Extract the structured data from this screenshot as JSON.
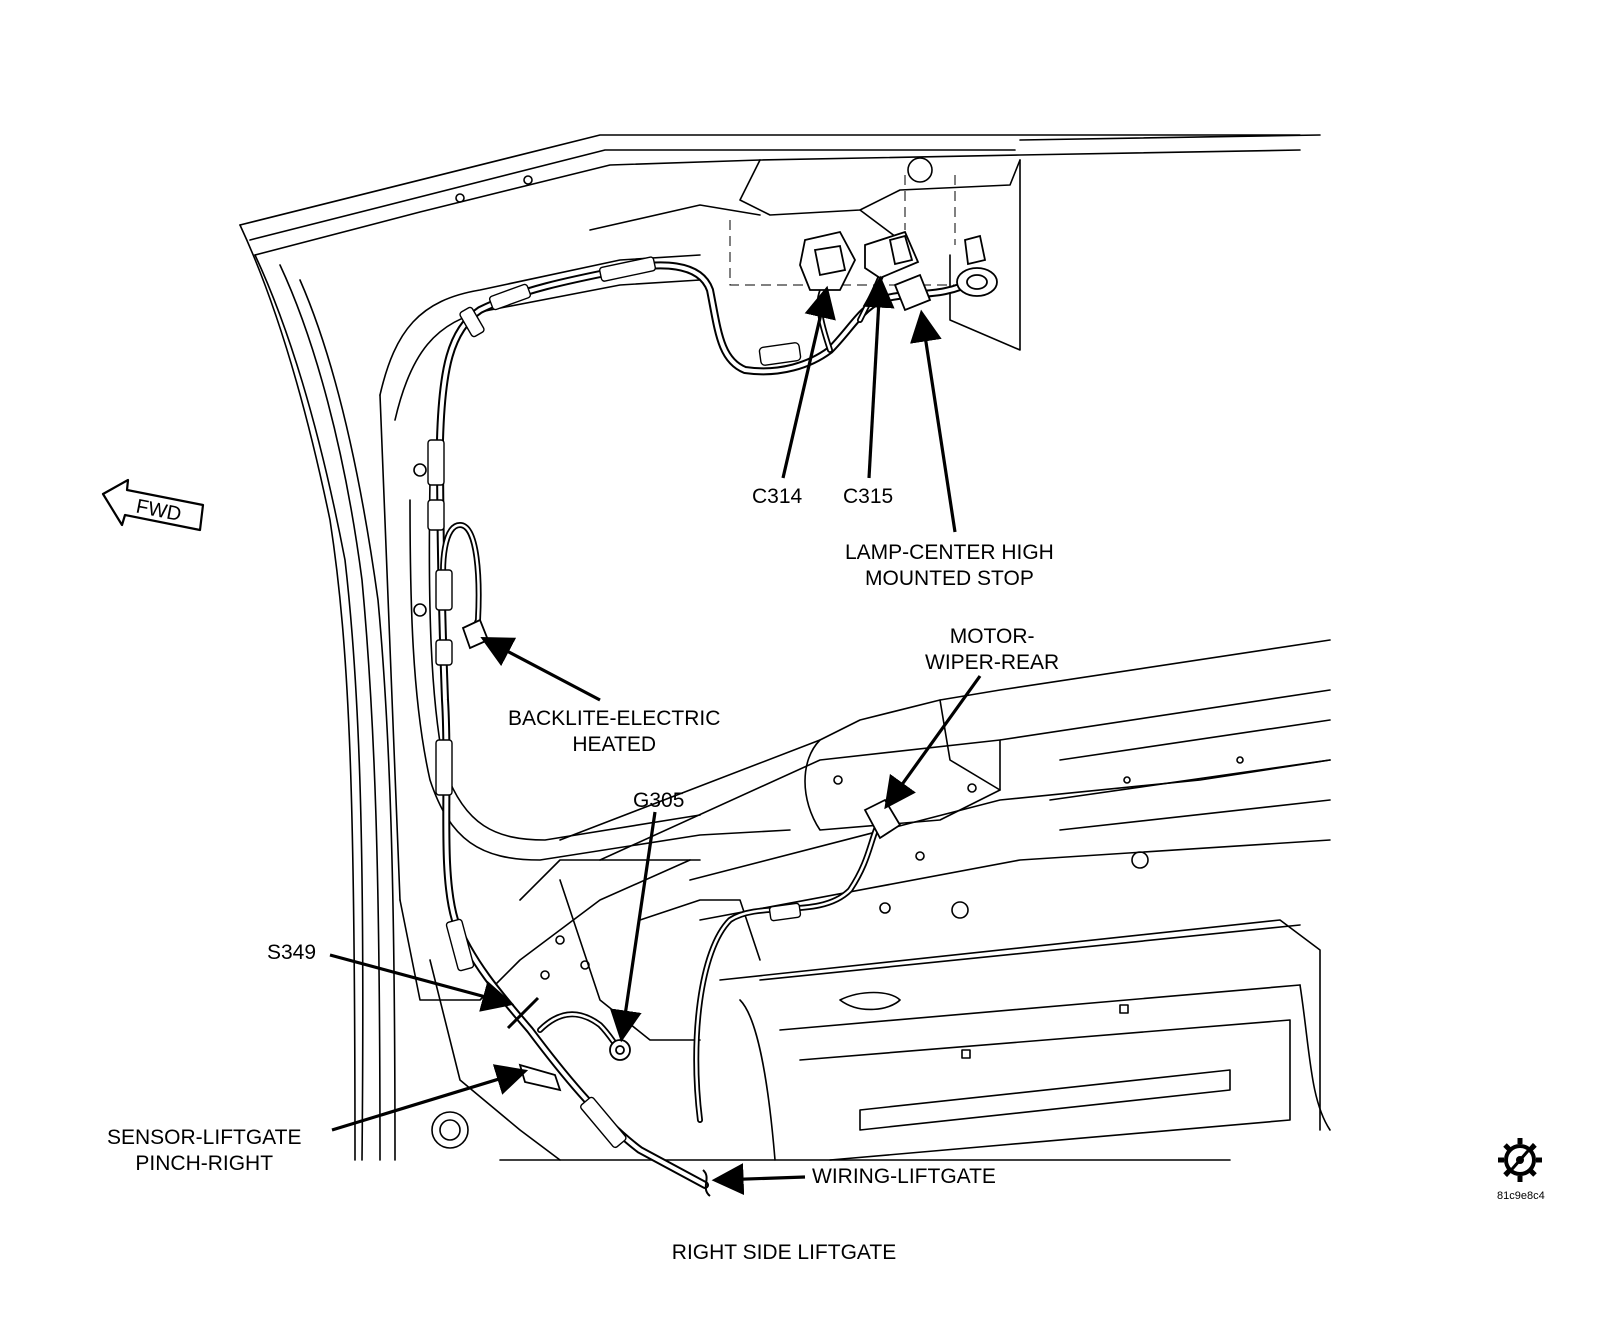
{
  "diagram": {
    "caption": "RIGHT SIDE LIFTGATE",
    "direction_label": "FWD",
    "image_code": "81c9e8c4",
    "stroke_color": "#000000",
    "background_color": "#ffffff",
    "labels": {
      "c314": "C314",
      "c315": "C315",
      "lamp_line1": "LAMP-CENTER HIGH",
      "lamp_line2": "MOUNTED STOP",
      "motor_line1": "MOTOR-",
      "motor_line2": "WIPER-REAR",
      "backlite_line1": "BACKLITE-ELECTRIC",
      "backlite_line2": "HEATED",
      "g305": "G305",
      "s349": "S349",
      "sensor_line1": "SENSOR-LIFTGATE",
      "sensor_line2": "PINCH-RIGHT",
      "wiring": "WIRING-LIFTGATE"
    }
  }
}
